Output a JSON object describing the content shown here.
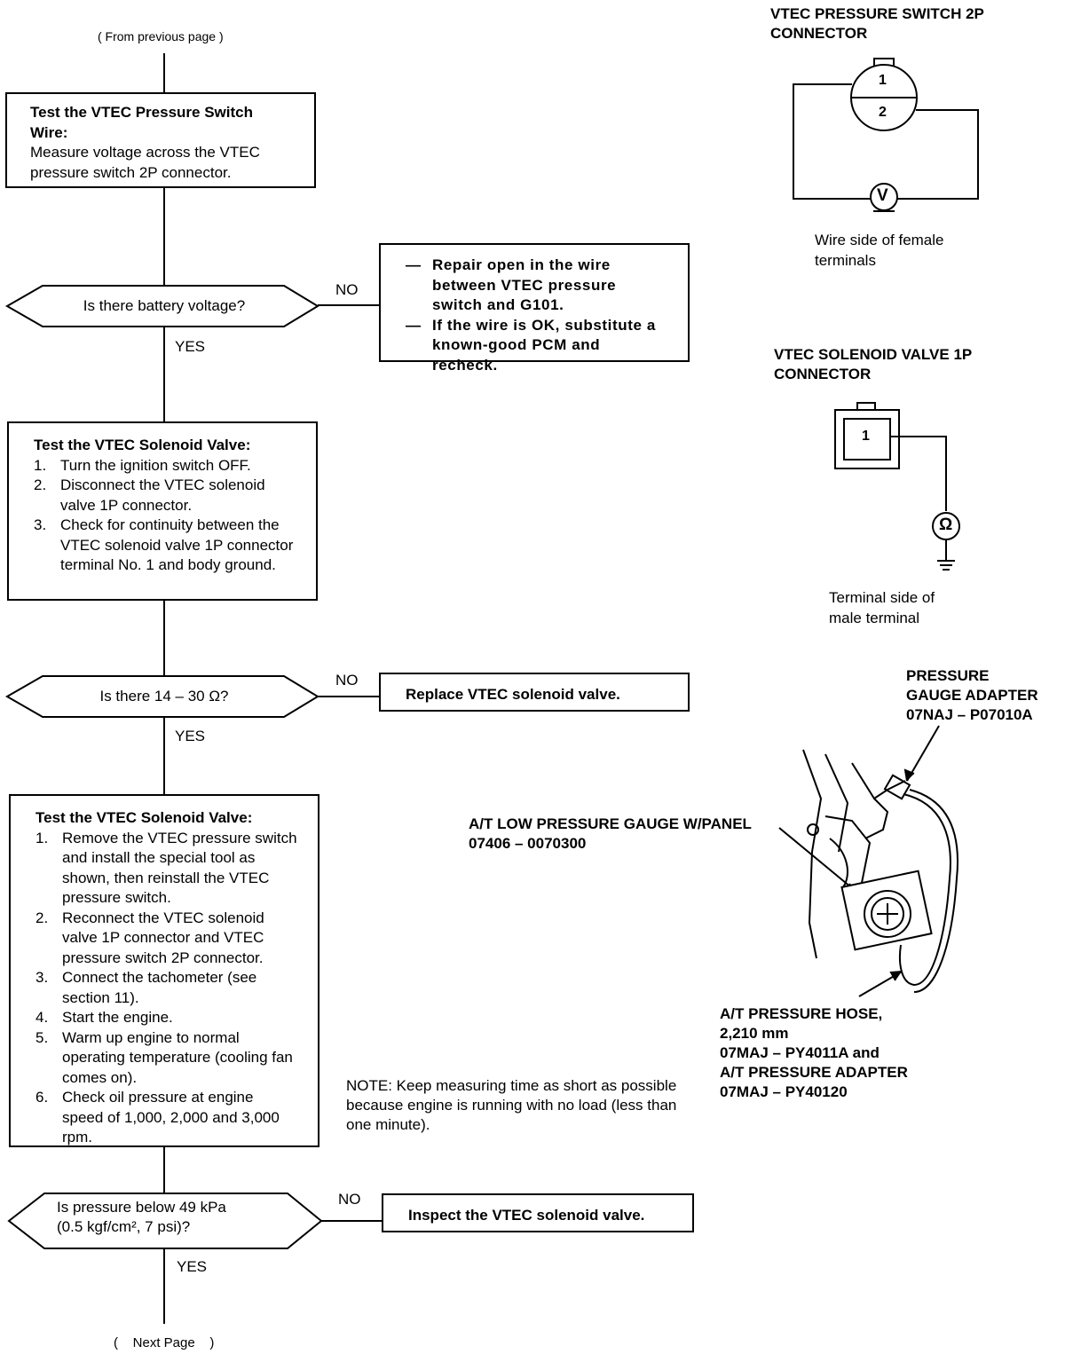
{
  "nav": {
    "from_previous": "( From previous page )",
    "next_page": "(    Next Page    )"
  },
  "step1": {
    "title": "Test the VTEC Pressure Switch Wire:",
    "body": "Measure voltage across the VTEC pressure switch 2P connector."
  },
  "decision1": {
    "question": "Is there battery voltage?",
    "no": "NO",
    "yes": "YES"
  },
  "result1": {
    "items": [
      "Repair open in the wire between VTEC pressure switch and G101.",
      "If the wire is OK, substitute a known-good PCM and recheck."
    ]
  },
  "step2": {
    "title": "Test the VTEC Solenoid Valve:",
    "steps": [
      "Turn the ignition switch OFF.",
      "Disconnect the VTEC solenoid valve 1P connector.",
      "Check for continuity between the VTEC solenoid valve 1P connector terminal No. 1 and body ground."
    ]
  },
  "decision2": {
    "question": "Is there 14 – 30 Ω?",
    "no": "NO",
    "yes": "YES"
  },
  "result2": {
    "text": "Replace VTEC solenoid valve."
  },
  "step3": {
    "title": "Test the VTEC Solenoid Valve:",
    "steps": [
      "Remove the VTEC pressure switch and install the special tool as shown, then reinstall the VTEC pressure switch.",
      "Reconnect the VTEC solenoid valve 1P connector and VTEC pressure switch 2P connector.",
      "Connect the tachometer (see section 11).",
      "Start the engine.",
      "Warm up engine to normal operating temperature (cooling fan comes on).",
      "Check oil pressure at engine speed of 1,000, 2,000 and 3,000 rpm."
    ]
  },
  "note": "NOTE: Keep measuring time as short as possible because engine is running with no load (less than one minute).",
  "decision3": {
    "question_line1": "Is pressure below 49 kPa",
    "question_line2": "(0.5 kgf/cm², 7 psi)?",
    "no": "NO",
    "yes": "YES"
  },
  "result3": {
    "text": "Inspect the VTEC solenoid valve."
  },
  "diagram_pressure_switch": {
    "heading_line1": "VTEC PRESSURE SWITCH 2P",
    "heading_line2": "CONNECTOR",
    "pin1": "1",
    "pin2": "2",
    "meter": "V",
    "caption_line1": "Wire side of female",
    "caption_line2": "terminals"
  },
  "diagram_solenoid": {
    "heading_line1": "VTEC SOLENOID VALVE 1P",
    "heading_line2": "CONNECTOR",
    "pin1": "1",
    "meter": "Ω",
    "caption_line1": "Terminal side of",
    "caption_line2": "male terminal"
  },
  "diagram_gauge": {
    "adapter_line1": "PRESSURE",
    "adapter_line2": "GAUGE ADAPTER",
    "adapter_line3": "07NAJ – P07010A",
    "gauge_line1": "A/T LOW PRESSURE GAUGE W/PANEL",
    "gauge_line2": "07406 – 0070300",
    "hose_line1": "A/T PRESSURE HOSE,",
    "hose_line2": "2,210 mm",
    "hose_line3": "07MAJ – PY4011A and",
    "hose_line4": "A/T PRESSURE ADAPTER",
    "hose_line5": "07MAJ – PY40120"
  }
}
